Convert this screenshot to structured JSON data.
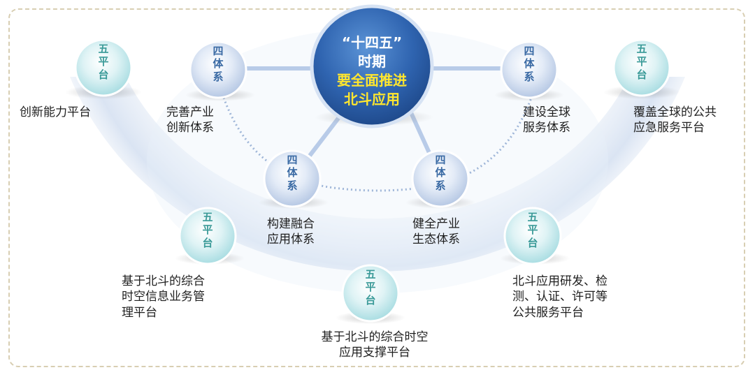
{
  "center": {
    "line1": "“十四五”",
    "line2": "时期",
    "line3": "要全面推进",
    "line4": "北斗应用"
  },
  "systems": {
    "badge": [
      "四",
      "体",
      "系"
    ],
    "items": [
      {
        "line1": "完善产业",
        "line2": "创新体系"
      },
      {
        "line1": "建设全球",
        "line2": "服务体系"
      },
      {
        "line1": "构建融合",
        "line2": "应用体系"
      },
      {
        "line1": "健全产业",
        "line2": "生态体系"
      }
    ]
  },
  "platforms": {
    "badge": [
      "五",
      "平",
      "台"
    ],
    "items": [
      {
        "lines": [
          "创新能力平台"
        ]
      },
      {
        "lines": [
          "覆盖全球的公共",
          "应急服务平台"
        ]
      },
      {
        "lines": [
          "基于北斗的综合",
          "时空信息业务管",
          "理平台"
        ]
      },
      {
        "lines": [
          "北斗应用研发、检",
          "测、认证、许可等",
          "公共服务平台"
        ]
      },
      {
        "lines": [
          "基于北斗的综合时空",
          "应用支撑平台"
        ]
      }
    ]
  },
  "colors": {
    "center_fill": "#2f64b0",
    "center_highlight": "#ffe62e",
    "system_circle": "#c9d7ec",
    "system_text": "#3a6aa4",
    "platform_circle": "#bfe7ea",
    "platform_text": "#3a9a98",
    "connector": "#b8cbe8",
    "frame_border": "#d8ceb2"
  }
}
